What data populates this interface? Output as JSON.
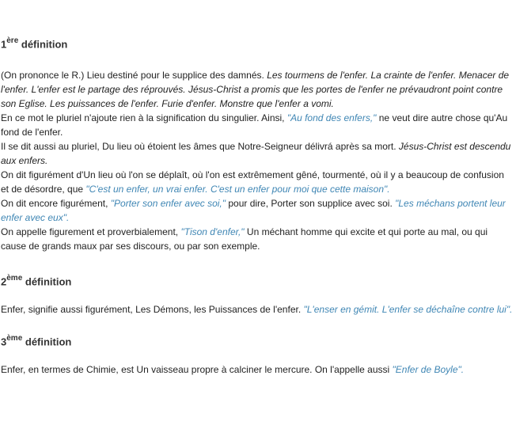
{
  "colors": {
    "quote": "#3f86b4",
    "text": "#222222",
    "heading": "#333333"
  },
  "definitions": [
    {
      "num": "1",
      "sup": "ère",
      "label": "définition",
      "paragraphs": [
        [
          {
            "t": "(On prononce le R.) Lieu destiné pour le supplice des damnés. "
          },
          {
            "t": "Les tourmens de l'enfer. La crainte de l'enfer. Menacer de l'enfer. L'enfer est le partage des réprouvés. Jésus-Christ a promis que les portes de l'enfer ne prévaudront point contre son Eglise. Les puissances de l'enfer. Furie d'enfer. Monstre que l'enfer a vomi.",
            "s": "i"
          }
        ],
        [
          {
            "t": "En ce mot le pluriel n'ajoute rien à la signification du singulier. Ainsi, "
          },
          {
            "t": "\"Au fond des enfers,\"",
            "s": "q"
          },
          {
            "t": " ne veut dire autre chose qu'Au fond de l'enfer."
          }
        ],
        [
          {
            "t": "Il se dit aussi au pluriel, Du lieu où étoient les âmes que Notre-Seigneur délivrá après sa mort. "
          },
          {
            "t": "Jésus-Christ est descendu aux enfers.",
            "s": "i"
          }
        ],
        [
          {
            "t": "On dit figurément d'Un lieu où l'on se déplaît, où l'on est extrêmement gêné, tourmenté, où il y a beaucoup de confusion et de désordre, que "
          },
          {
            "t": "\"C'est un enfer, un vrai enfer. C'est un enfer pour moi que cette maison\".",
            "s": "q"
          }
        ],
        [
          {
            "t": "On dit encore figurément, "
          },
          {
            "t": "\"Porter son enfer avec soi,\"",
            "s": "q"
          },
          {
            "t": " pour dire, Porter son supplice avec soi. "
          },
          {
            "t": "\"Les méchans portent leur enfer avec eux\".",
            "s": "q"
          }
        ],
        [
          {
            "t": "On appelle figurement et proverbialement, "
          },
          {
            "t": "\"Tison d'enfer,\"",
            "s": "q"
          },
          {
            "t": " Un méchant homme qui excite et qui porte au mal, ou qui cause de grands maux par ses discours, ou par son exemple."
          }
        ]
      ]
    },
    {
      "num": "2",
      "sup": "ème",
      "label": "définition",
      "paragraphs": [
        [
          {
            "t": "Enfer, signifie aussi figurément, Les Démons, les Puissances de l'enfer. "
          },
          {
            "t": "\"L'enser en gémit. L'enfer se déchaîne contre lui\".",
            "s": "q"
          }
        ]
      ]
    },
    {
      "num": "3",
      "sup": "ème",
      "label": "définition",
      "paragraphs": [
        [
          {
            "t": "Enfer, en termes de Chimie, est Un vaisseau propre à calciner le mercure. On l'appelle aussi "
          },
          {
            "t": "\"Enfer de Boyle\".",
            "s": "q"
          }
        ]
      ]
    }
  ]
}
